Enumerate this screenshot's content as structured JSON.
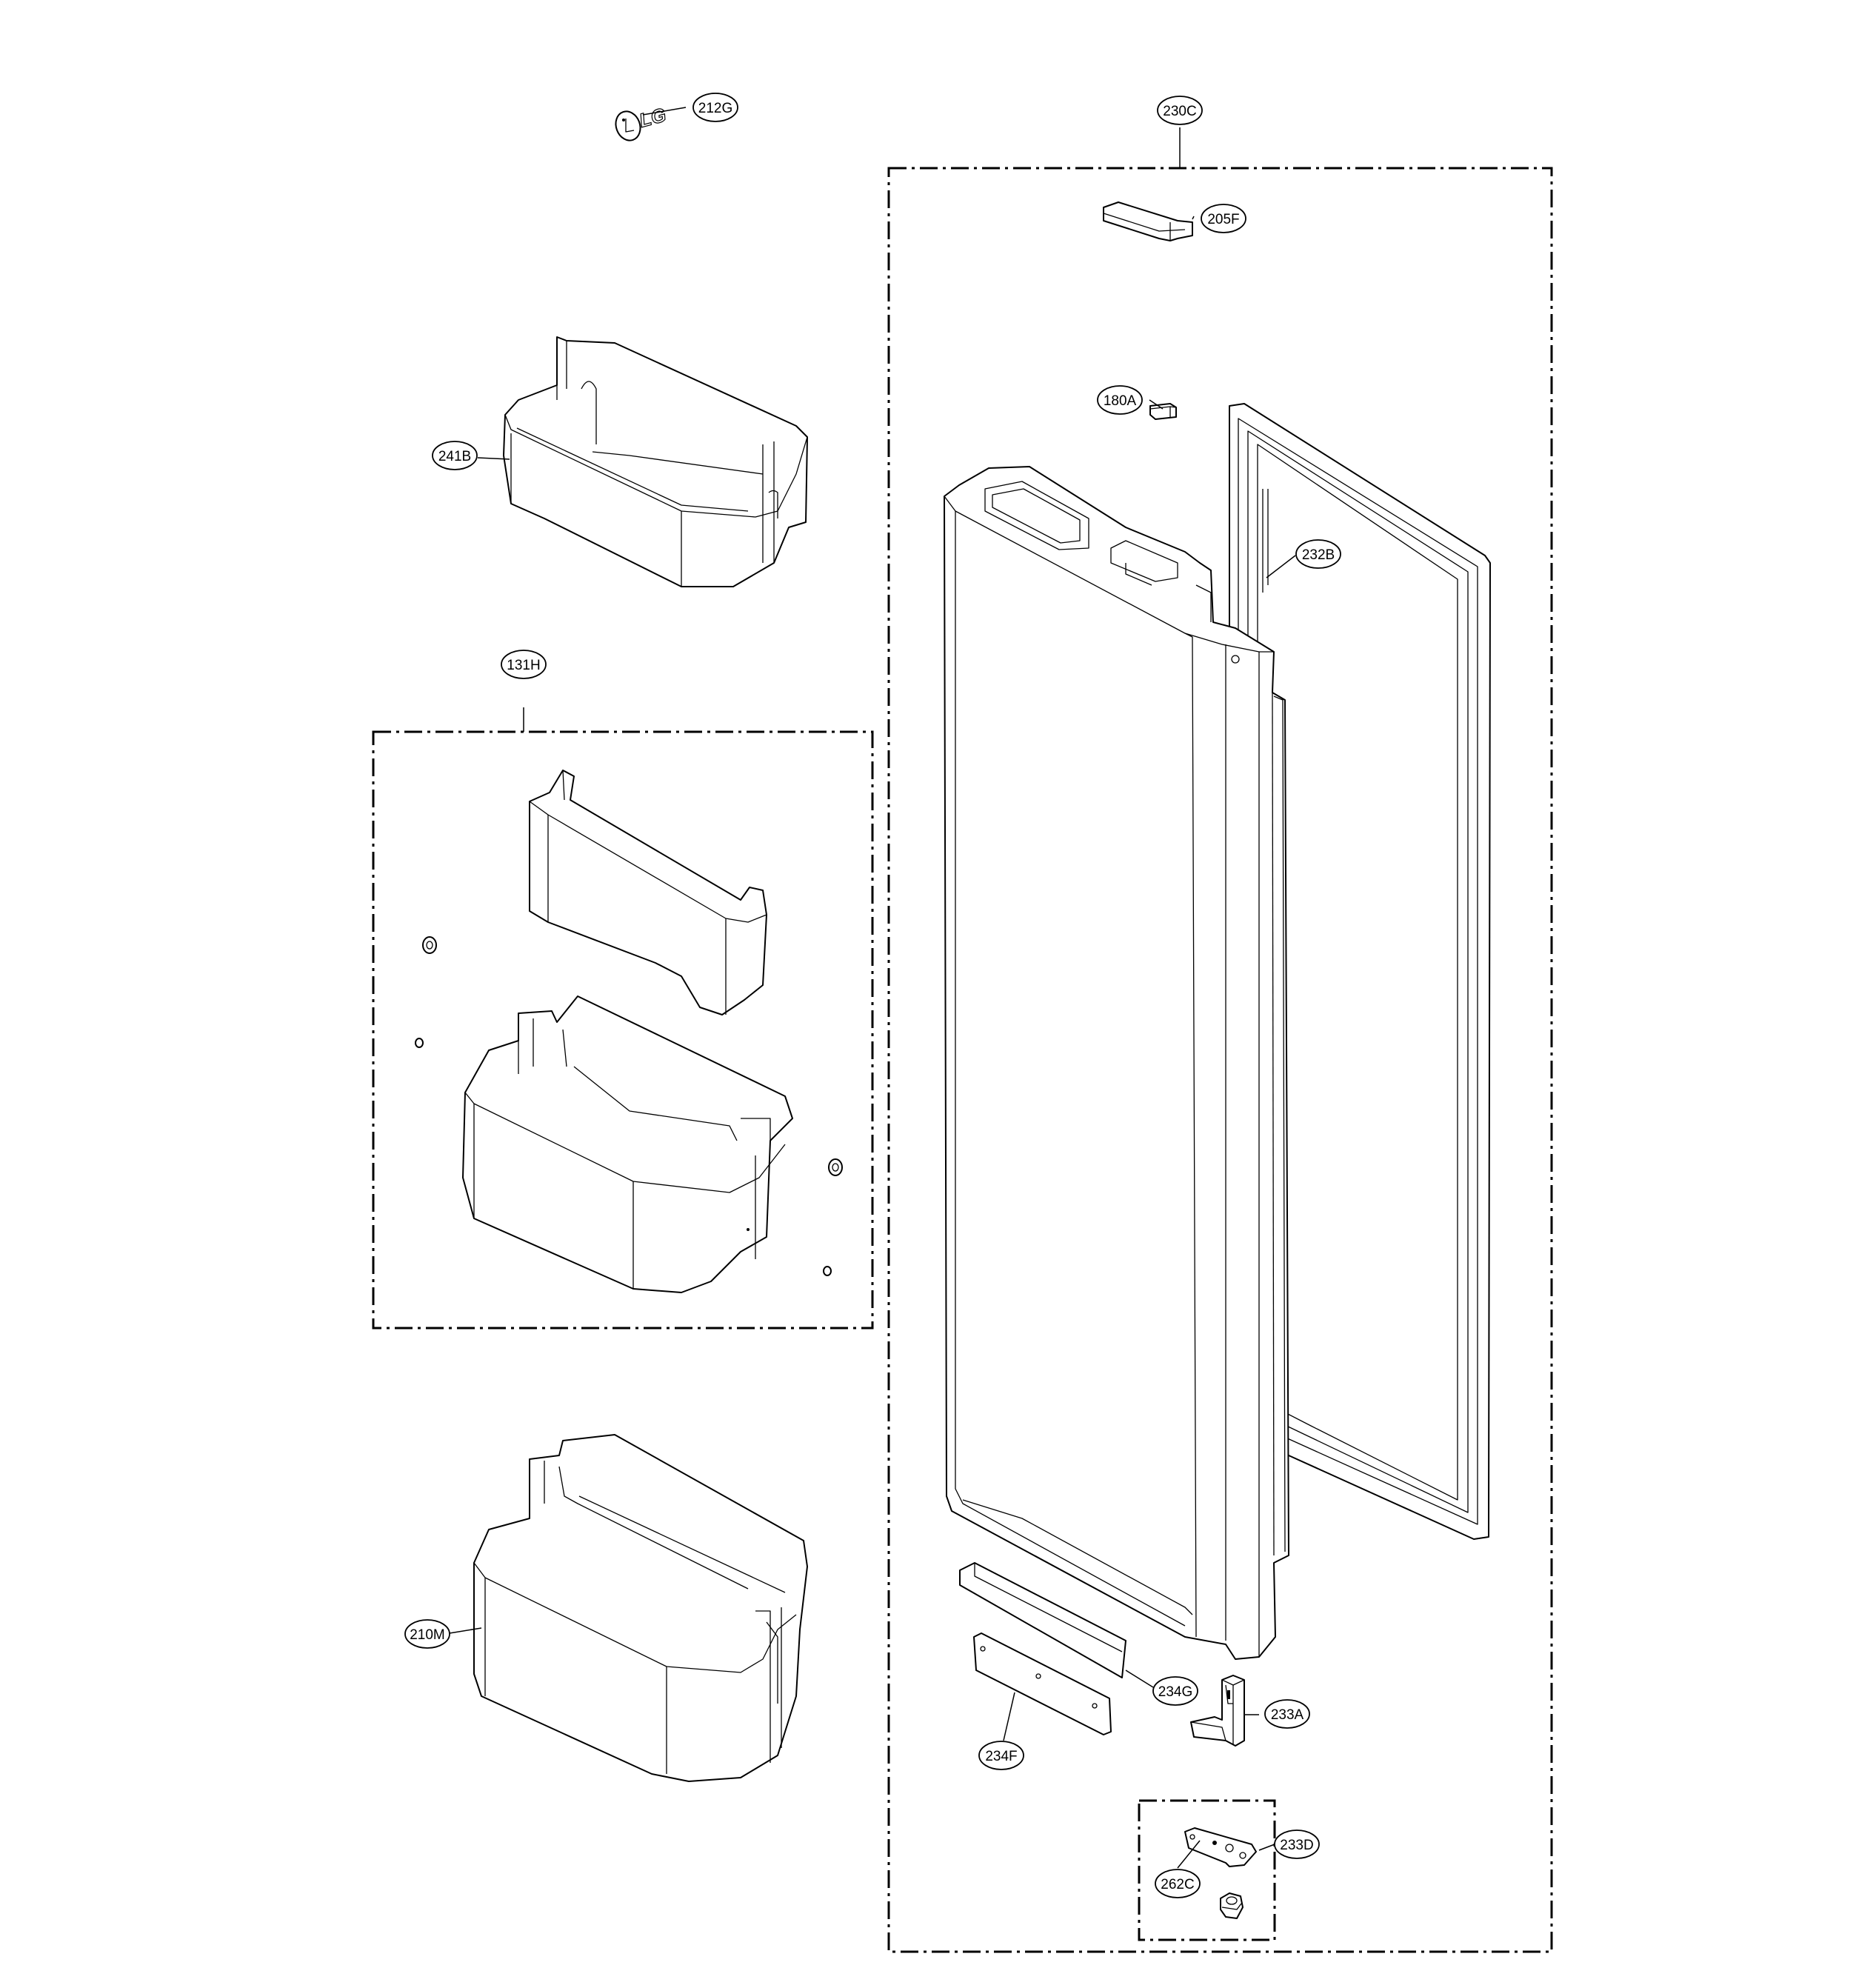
{
  "diagram": {
    "logo_text": "LG",
    "callouts": [
      {
        "id": "c-212G",
        "label": "212G"
      },
      {
        "id": "c-230C",
        "label": "230C"
      },
      {
        "id": "c-205F",
        "label": "205F"
      },
      {
        "id": "c-180A",
        "label": "180A"
      },
      {
        "id": "c-232B",
        "label": "232B"
      },
      {
        "id": "c-241B",
        "label": "241B"
      },
      {
        "id": "c-131H",
        "label": "131H"
      },
      {
        "id": "c-210M",
        "label": "210M"
      },
      {
        "id": "c-234G",
        "label": "234G"
      },
      {
        "id": "c-233A",
        "label": "233A"
      },
      {
        "id": "c-234F",
        "label": "234F"
      },
      {
        "id": "c-233D",
        "label": "233D"
      },
      {
        "id": "c-262C",
        "label": "262C"
      }
    ]
  }
}
